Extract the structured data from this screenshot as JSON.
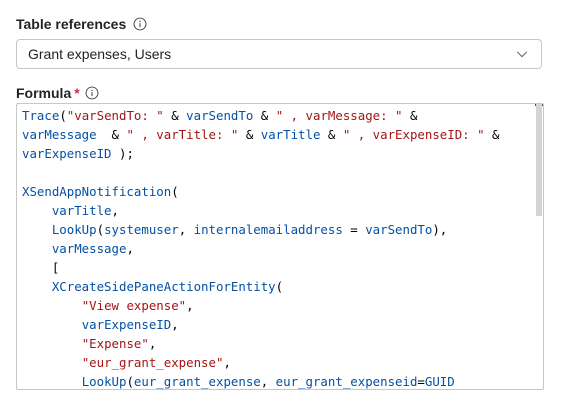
{
  "table_references": {
    "label": "Table references",
    "info_icon": "info-icon",
    "selected_value": "Grant expenses, Users",
    "dropdown_icon": "chevron-down-icon"
  },
  "formula": {
    "label": "Formula",
    "required_marker": "*",
    "info_icon": "info-icon",
    "lines": [
      [
        {
          "t": "i",
          "v": "Trace"
        },
        {
          "t": "p",
          "v": "("
        },
        {
          "t": "s",
          "v": "\"varSendTo: \""
        },
        {
          "t": "p",
          "v": " & "
        },
        {
          "t": "i",
          "v": "varSendTo"
        },
        {
          "t": "p",
          "v": " & "
        },
        {
          "t": "s",
          "v": "\" , varMessage: \""
        },
        {
          "t": "p",
          "v": " &"
        }
      ],
      [
        {
          "t": "i",
          "v": "varMessage"
        },
        {
          "t": "p",
          "v": "  & "
        },
        {
          "t": "s",
          "v": "\" , varTitle: \""
        },
        {
          "t": "p",
          "v": " & "
        },
        {
          "t": "i",
          "v": "varTitle"
        },
        {
          "t": "p",
          "v": " & "
        },
        {
          "t": "s",
          "v": "\" , varExpenseID: \""
        },
        {
          "t": "p",
          "v": " &"
        }
      ],
      [
        {
          "t": "i",
          "v": "varExpenseID"
        },
        {
          "t": "p",
          "v": " );"
        }
      ],
      [],
      [
        {
          "t": "i",
          "v": "XSendAppNotification"
        },
        {
          "t": "p",
          "v": "("
        }
      ],
      [
        {
          "t": "p",
          "v": "    "
        },
        {
          "t": "i",
          "v": "varTitle"
        },
        {
          "t": "p",
          "v": ","
        }
      ],
      [
        {
          "t": "p",
          "v": "    "
        },
        {
          "t": "i",
          "v": "LookUp"
        },
        {
          "t": "p",
          "v": "("
        },
        {
          "t": "i",
          "v": "systemuser"
        },
        {
          "t": "p",
          "v": ", "
        },
        {
          "t": "i",
          "v": "internalemailaddress"
        },
        {
          "t": "p",
          "v": " = "
        },
        {
          "t": "i",
          "v": "varSendTo"
        },
        {
          "t": "p",
          "v": "),"
        }
      ],
      [
        {
          "t": "p",
          "v": "    "
        },
        {
          "t": "i",
          "v": "varMessage"
        },
        {
          "t": "p",
          "v": ","
        }
      ],
      [
        {
          "t": "p",
          "v": "    ["
        }
      ],
      [
        {
          "t": "p",
          "v": "    "
        },
        {
          "t": "i",
          "v": "XCreateSidePaneActionForEntity"
        },
        {
          "t": "p",
          "v": "("
        }
      ],
      [
        {
          "t": "p",
          "v": "        "
        },
        {
          "t": "s",
          "v": "\"View expense\""
        },
        {
          "t": "p",
          "v": ","
        }
      ],
      [
        {
          "t": "p",
          "v": "        "
        },
        {
          "t": "i",
          "v": "varExpenseID"
        },
        {
          "t": "p",
          "v": ","
        }
      ],
      [
        {
          "t": "p",
          "v": "        "
        },
        {
          "t": "s",
          "v": "\"Expense\""
        },
        {
          "t": "p",
          "v": ","
        }
      ],
      [
        {
          "t": "p",
          "v": "        "
        },
        {
          "t": "s",
          "v": "\"eur_grant_expense\""
        },
        {
          "t": "p",
          "v": ","
        }
      ],
      [
        {
          "t": "p",
          "v": "        "
        },
        {
          "t": "i",
          "v": "LookUp"
        },
        {
          "t": "p",
          "v": "("
        },
        {
          "t": "i",
          "v": "eur_grant_expense"
        },
        {
          "t": "p",
          "v": ", "
        },
        {
          "t": "i",
          "v": "eur_grant_expenseid"
        },
        {
          "t": "p",
          "v": "="
        },
        {
          "t": "i",
          "v": "GUID"
        }
      ]
    ]
  }
}
